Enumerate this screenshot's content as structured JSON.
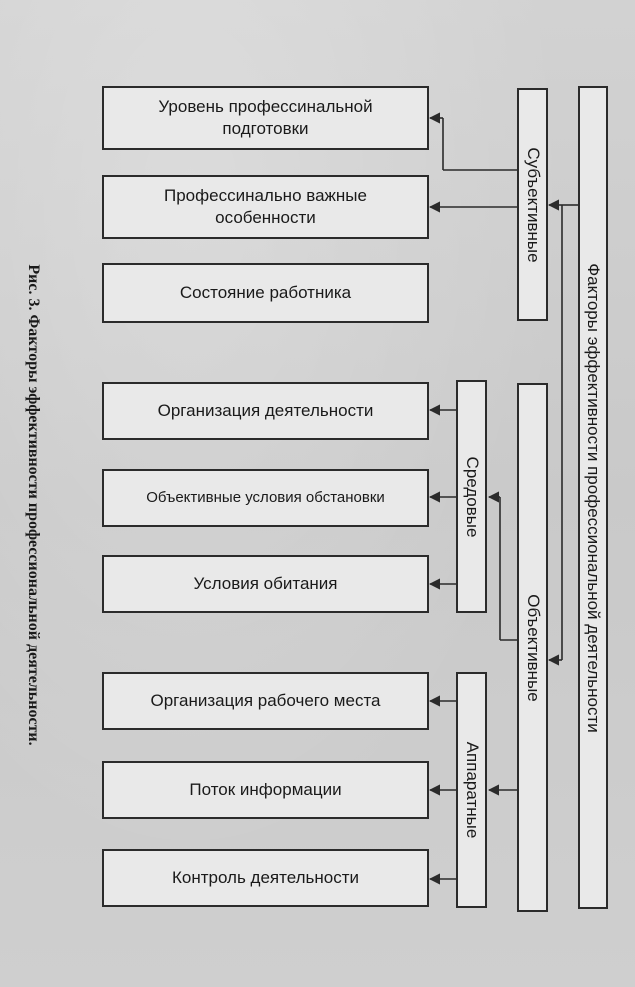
{
  "caption": "Рис. 3. Факторы эффективности профессиональной деятельности.",
  "root": "Факторы эффективности профессиональной деятельности",
  "groups": {
    "subjective": "Субъективные",
    "objective": "Объективные",
    "environmental": "Средовые",
    "hardware": "Аппаратные"
  },
  "factors": {
    "f1": [
      "Уровень профессинальной",
      "подготовки"
    ],
    "f2": [
      "Профессинально важные",
      "особенности"
    ],
    "f3": "Состояние работника",
    "f4": "Организация деятельности",
    "f5": "Объективные условия обстановки",
    "f6": "Условия обитания",
    "f7": "Организация рабочего места",
    "f8": "Поток информации",
    "f9": "Контроль деятельности"
  }
}
